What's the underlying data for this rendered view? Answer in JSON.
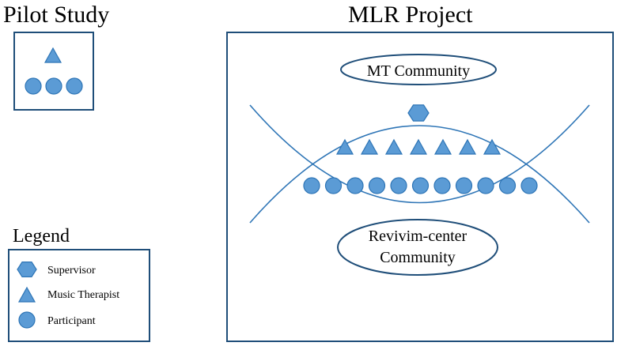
{
  "titles": {
    "pilot": "Pilot Study",
    "mlr": "MLR Project",
    "legend": "Legend"
  },
  "communities": {
    "mt": "MT Community",
    "revivim_line1": "Revivim-center",
    "revivim_line2": "Community"
  },
  "legend": {
    "supervisor": "Supervisor",
    "music_therapist": "Music Therapist",
    "participant": "Participant"
  },
  "colors": {
    "shape_fill": "#5b9bd5",
    "stroke": "#2e75b6",
    "frame": "#1f4e79"
  },
  "counts": {
    "pilot_therapists": 1,
    "pilot_participants": 3,
    "mlr_supervisors": 1,
    "mlr_therapists": 7,
    "mlr_participants": 11
  }
}
